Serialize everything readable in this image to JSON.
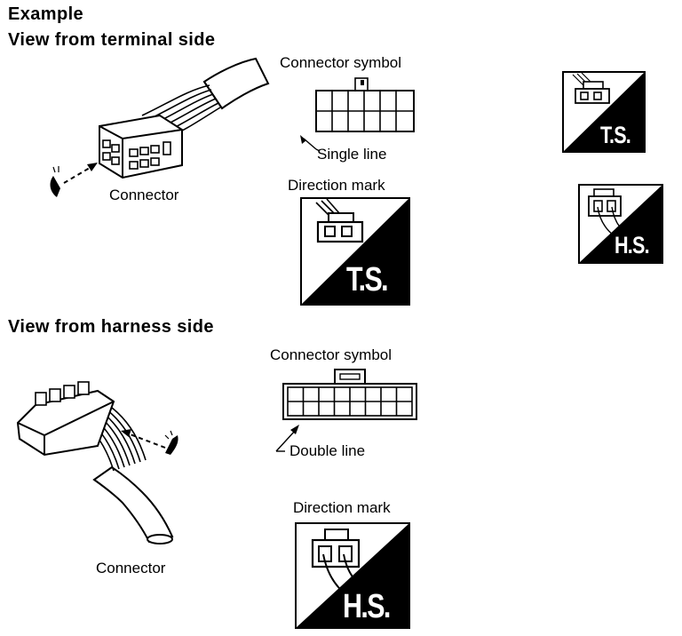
{
  "headings": {
    "example": "Example",
    "terminal_view": "View from terminal side",
    "harness_view": "View from harness side"
  },
  "terminal_side": {
    "connector_symbol_label": "Connector symbol",
    "single_line_label": "Single line",
    "connector_label": "Connector",
    "direction_mark_label": "Direction mark",
    "direction_mark_text": "T.S."
  },
  "harness_side": {
    "connector_symbol_label": "Connector symbol",
    "double_line_label": "Double line",
    "connector_label": "Connector",
    "direction_mark_label": "Direction mark",
    "direction_mark_text": "H.S."
  },
  "small_marks": {
    "terminal_text": "T.S.",
    "harness_text": "H.S."
  }
}
